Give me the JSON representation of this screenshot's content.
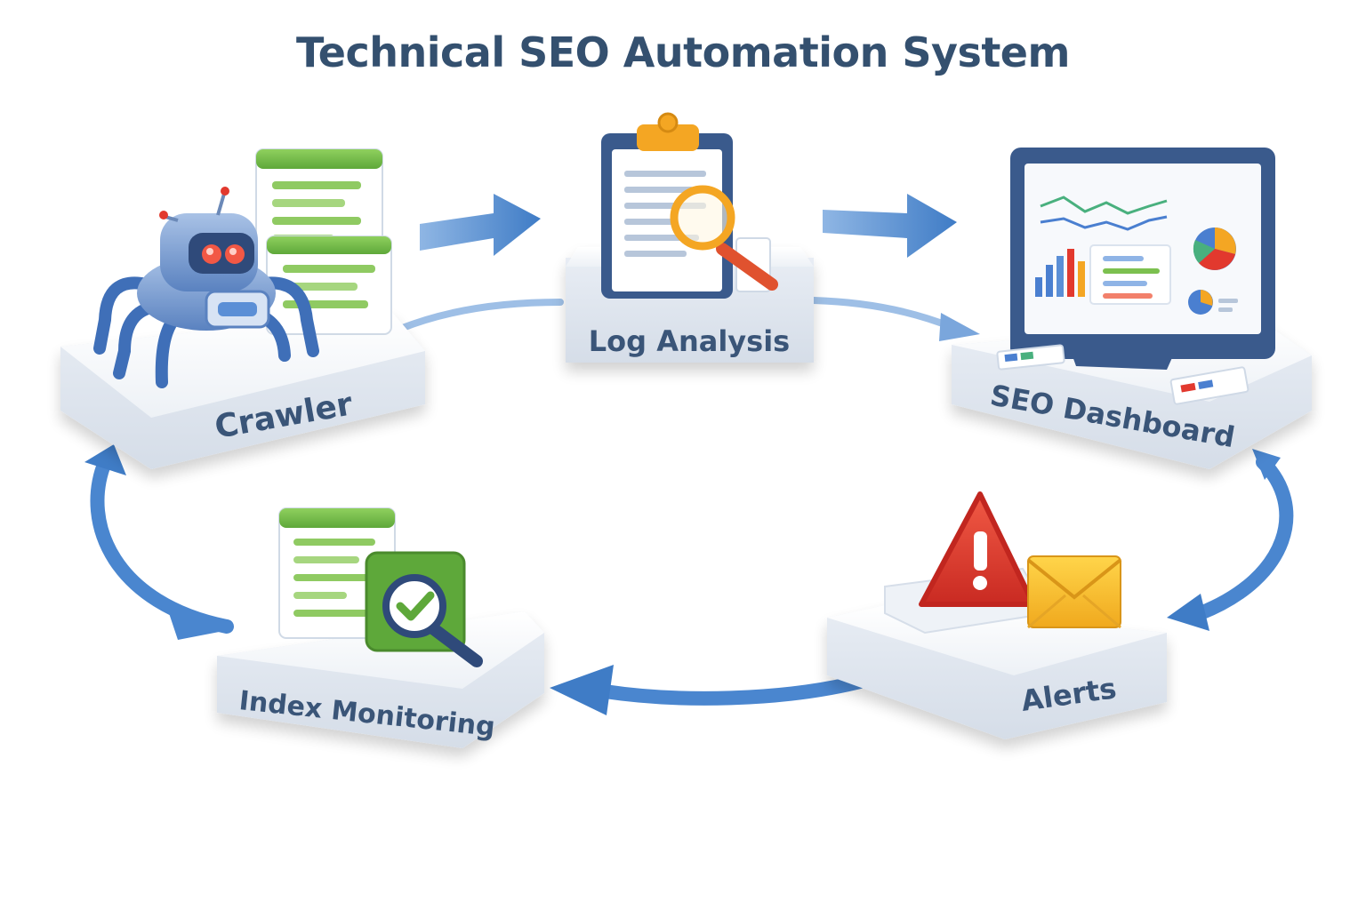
{
  "title": "Technical SEO Automation System",
  "nodes": [
    {
      "id": "crawler",
      "label": "Crawler",
      "icon": "spider-robot-icon"
    },
    {
      "id": "log-analysis",
      "label": "Log Analysis",
      "icon": "clipboard-magnifier-icon"
    },
    {
      "id": "seo-dashboard",
      "label": "SEO Dashboard",
      "icon": "monitor-dashboard-icon"
    },
    {
      "id": "alerts",
      "label": "Alerts",
      "icon": "warning-envelope-icon"
    },
    {
      "id": "index-monitoring",
      "label": "Index Monitoring",
      "icon": "document-check-magnifier-icon"
    }
  ],
  "flow": [
    {
      "from": "crawler",
      "to": "log-analysis"
    },
    {
      "from": "log-analysis",
      "to": "seo-dashboard"
    },
    {
      "from": "seo-dashboard",
      "to": "alerts"
    },
    {
      "from": "alerts",
      "to": "index-monitoring"
    },
    {
      "from": "index-monitoring",
      "to": "crawler"
    }
  ],
  "colors": {
    "title": "#34506f",
    "label": "#3a5578",
    "arrow": "#4f8bd0",
    "platform": "#f4f6fa",
    "green": "#7cc04f",
    "alert_red": "#e2392e",
    "envelope_yellow": "#f7c12d",
    "robot_blue": "#5b8fd6"
  }
}
